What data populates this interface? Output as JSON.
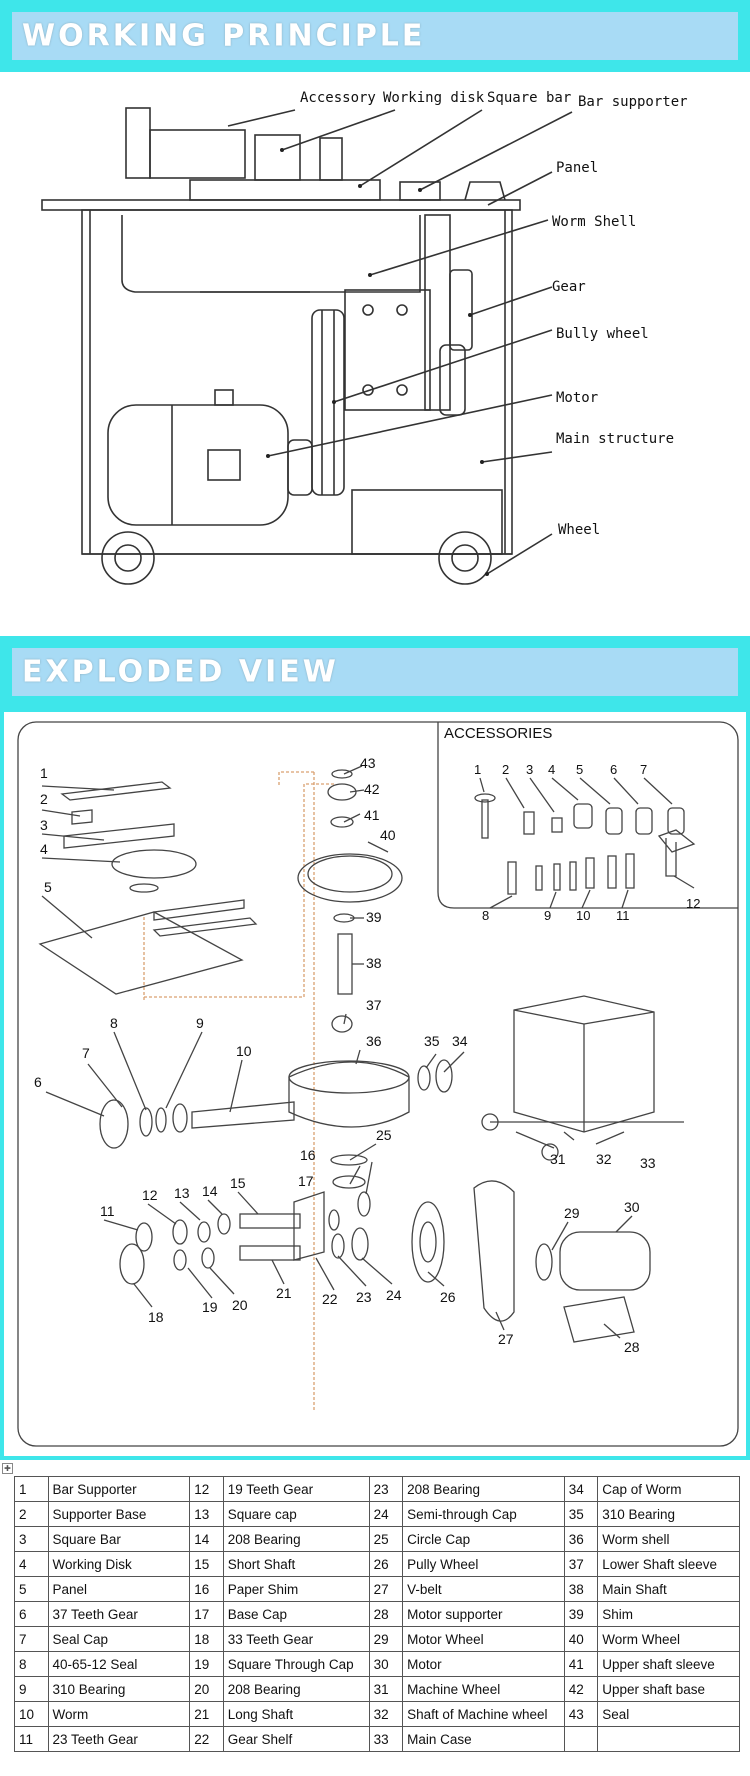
{
  "working_principle": {
    "title": "WORKING PRINCIPLE",
    "labels": {
      "accessory": "Accessory",
      "working_disk": "Working disk",
      "square_bar": "Square bar",
      "bar_supporter": "Bar supporter",
      "panel": "Panel",
      "worm_shell": "Worm Shell",
      "gear": "Gear",
      "bully_wheel": "Bully wheel",
      "motor": "Motor",
      "main_structure": "Main structure",
      "wheel": "Wheel"
    }
  },
  "exploded_view": {
    "title": "EXPLODED VIEW",
    "accessories_heading": "ACCESSORIES",
    "accessory_numbers": [
      "1",
      "2",
      "3",
      "4",
      "5",
      "6",
      "7",
      "8",
      "9",
      "10",
      "11",
      "12"
    ],
    "part_numbers": [
      "1",
      "2",
      "3",
      "4",
      "5",
      "6",
      "7",
      "8",
      "9",
      "10",
      "11",
      "12",
      "13",
      "14",
      "15",
      "16",
      "17",
      "18",
      "19",
      "20",
      "21",
      "22",
      "23",
      "24",
      "25",
      "26",
      "27",
      "28",
      "29",
      "30",
      "31",
      "32",
      "33",
      "34",
      "35",
      "36",
      "37",
      "38",
      "39",
      "40",
      "41",
      "42",
      "43"
    ]
  },
  "parts_table": {
    "anchor_icon": "move-anchor-icon",
    "rows": [
      [
        {
          "n": "1",
          "name": "Bar Supporter"
        },
        {
          "n": "12",
          "name": "19 Teeth Gear"
        },
        {
          "n": "23",
          "name": "208 Bearing"
        },
        {
          "n": "34",
          "name": "Cap of Worm"
        }
      ],
      [
        {
          "n": "2",
          "name": "Supporter Base"
        },
        {
          "n": "13",
          "name": "Square cap"
        },
        {
          "n": "24",
          "name": "Semi-through Cap"
        },
        {
          "n": "35",
          "name": "310 Bearing"
        }
      ],
      [
        {
          "n": "3",
          "name": "Square Bar"
        },
        {
          "n": "14",
          "name": "208 Bearing"
        },
        {
          "n": "25",
          "name": "Circle Cap"
        },
        {
          "n": "36",
          "name": "Worm shell"
        }
      ],
      [
        {
          "n": "4",
          "name": "Working Disk"
        },
        {
          "n": "15",
          "name": "Short Shaft"
        },
        {
          "n": "26",
          "name": "Pully Wheel"
        },
        {
          "n": "37",
          "name": "Lower Shaft sleeve"
        }
      ],
      [
        {
          "n": "5",
          "name": "Panel"
        },
        {
          "n": "16",
          "name": "Paper Shim"
        },
        {
          "n": "27",
          "name": "V-belt"
        },
        {
          "n": "38",
          "name": "Main Shaft"
        }
      ],
      [
        {
          "n": "6",
          "name": "37 Teeth Gear"
        },
        {
          "n": "17",
          "name": "Base Cap"
        },
        {
          "n": "28",
          "name": "Motor supporter"
        },
        {
          "n": "39",
          "name": "Shim"
        }
      ],
      [
        {
          "n": "7",
          "name": "Seal Cap"
        },
        {
          "n": "18",
          "name": "33 Teeth Gear"
        },
        {
          "n": "29",
          "name": "Motor Wheel"
        },
        {
          "n": "40",
          "name": "Worm Wheel"
        }
      ],
      [
        {
          "n": "8",
          "name": "40-65-12 Seal"
        },
        {
          "n": "19",
          "name": "Square Through Cap"
        },
        {
          "n": "30",
          "name": "Motor"
        },
        {
          "n": "41",
          "name": "Upper shaft sleeve"
        }
      ],
      [
        {
          "n": "9",
          "name": "310 Bearing"
        },
        {
          "n": "20",
          "name": "208 Bearing"
        },
        {
          "n": "31",
          "name": "Machine Wheel"
        },
        {
          "n": "42",
          "name": "Upper shaft base"
        }
      ],
      [
        {
          "n": "10",
          "name": "Worm"
        },
        {
          "n": "21",
          "name": "Long Shaft"
        },
        {
          "n": "32",
          "name": "Shaft of Machine wheel"
        },
        {
          "n": "43",
          "name": "Seal"
        }
      ],
      [
        {
          "n": "11",
          "name": "23 Teeth Gear"
        },
        {
          "n": "22",
          "name": "Gear Shelf"
        },
        {
          "n": "33",
          "name": "Main Case"
        },
        {
          "n": "",
          "name": ""
        }
      ]
    ]
  }
}
